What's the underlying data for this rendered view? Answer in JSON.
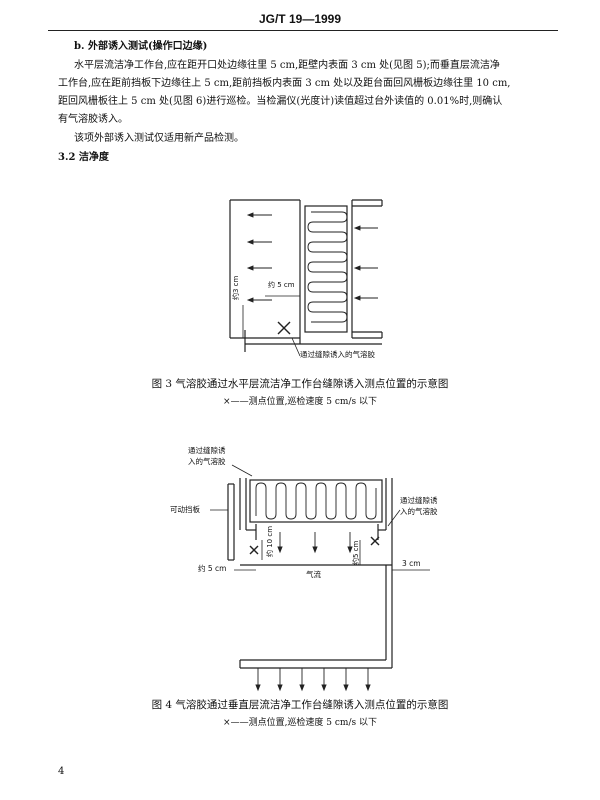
{
  "header": {
    "doc_code": "JG/T 19—1999"
  },
  "body": {
    "item_b_title": "b.  外部诱入测试(操作口边缘)",
    "para1_line1": "水平层流洁净工作台,应在距开口处边缘往里 5 cm,距壁内表面 3 cm 处(见图 5);而垂直层流洁净",
    "para1_line2": "工作台,应在距前挡板下边缘往上 5 cm,距前挡板内表面 3 cm 处以及距台面回风栅板边缘往里 10 cm,",
    "para1_line3": "距回风栅板往上 5 cm 处(见图 6)进行巡检。当检漏仪(光度计)读值超过台外读值的 0.01%时,则确认",
    "para1_line4": "有气溶胶诱入。",
    "para2": "该项外部诱入测试仅适用新产品检测。",
    "section": "3.2  洁净度"
  },
  "figure3": {
    "label_5cm": "约 5 cm",
    "label_3cm": "约3 cm",
    "label_aerosol": "通过缝隙诱入的气溶胶",
    "caption": "图 3  气溶胶通过水平层流洁净工作台缝隙诱入测点位置的示意图",
    "subcaption": "×——测点位置,巡检速度 5 cm/s 以下"
  },
  "figure4": {
    "label_aerosol_left_1": "通过缝隙诱",
    "label_aerosol_left_2": "入的气溶胶",
    "label_baffle": "可动挡板",
    "label_aerosol_right_1": "通过缝隙诱",
    "label_aerosol_right_2": "入的气溶胶",
    "label_10cm": "约 10 cm",
    "label_5cm_v": "约5 cm",
    "label_5cm_left": "约 5 cm",
    "label_airflow": "气流",
    "label_3cm": "3 cm",
    "caption": "图 4  气溶胶通过垂直层流洁净工作台缝隙诱入测点位置的示意图",
    "subcaption": "×——测点位置,巡检速度 5 cm/s 以下"
  },
  "footer": {
    "page_number": "4"
  }
}
